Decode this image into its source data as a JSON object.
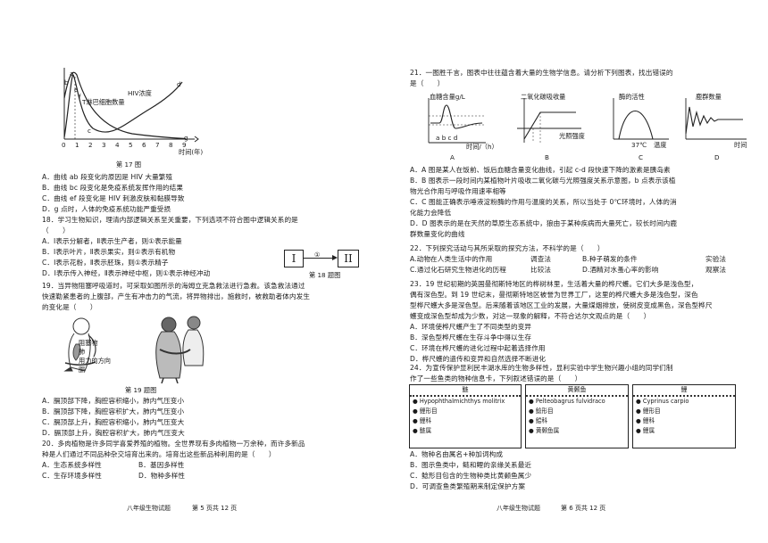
{
  "left": {
    "fig17": {
      "curve_hiv": "HIV浓度",
      "curve_t": "T淋巴细胞数量",
      "pt_a": "a",
      "pt_b": "b",
      "pt_c": "c",
      "pt_d": "d",
      "pt_e": "e",
      "pt_f": "f",
      "pt_g": "g",
      "xticks": [
        "0",
        "1",
        "2",
        "3",
        "4",
        "5",
        "6",
        "7",
        "8",
        "9"
      ],
      "xlabel": "时间(年)",
      "caption": "第 17 图"
    },
    "q17": {
      "A": "A．曲线 ab 段变化的原因是 HIV 大量繁殖",
      "B": "B．曲线 bc 段变化是免疫系统发挥作用的结果",
      "C": "C．曲线 ef 段变化是 HIV 刺激皮肤和黏膜导致",
      "D": "D．g 点时，人体的免疫系统功能严重受损"
    },
    "q18": {
      "stem1": "18．学习生物知识，理清内部逻辑关系至关重要，下列选项不符合图中逻辑关系的是",
      "stem2": "（　　）",
      "A": "A．Ⅰ表示分解者，Ⅱ表示生产者，则①表示能量",
      "B": "B．Ⅰ表示叶片，Ⅱ表示果实，则①表示有机物",
      "C": "C．Ⅰ表示花粉，Ⅱ表示胚珠，则①表示精子",
      "D": "D．Ⅰ表示传入神经，Ⅱ表示神经中枢，则①表示神经冲动",
      "box1": "I",
      "box2": "II",
      "arrow_label": "①",
      "caption": "第 18 题图"
    },
    "q19": {
      "stem1": "19．当异物阻塞呼吸道时，可采取如图所示的海姆立克急救法进行急救。该急救法通过",
      "stem2": "快速勒紧患者的上腹部，产生有冲击力的气流，将异物排出，施救时，被救助者体内发生",
      "stem3": "的变化是（　　）",
      "label1": "阻塞物",
      "label2": "肺",
      "label3": "用力的方向",
      "label4": "膈",
      "caption": "第 19 题图",
      "A": "A．膈顶部下降，胸腔容积缩小，肺内气压变小",
      "B": "B．膈顶部下降，胸腔容积扩大，肺内气压变小",
      "C": "C．膈顶部上升，胸腔容积缩小，肺内气压变大",
      "D": "D．膈顶部上升，胸腔容积扩大，肺内气压变大"
    },
    "q20": {
      "stem1": "20．多肉植物是许多同学喜爱养殖的植物。全世界现有多肉植物一万余种，而许多新品",
      "stem2": "种是人们通过不同品种杂交培育出来的。培育出这些新品种利用的是（　　）",
      "A": "A．生态系统多样性",
      "B": "B．基因多样性",
      "C": "C．生存环境多样性",
      "D": "D．物种多样性"
    },
    "footer_left": "八年级生物试题",
    "footer_right": "第 5 页共 12 页"
  },
  "right": {
    "q21": {
      "stem1": "21．一图胜千言，图表中往往蕴含着大量的生物学信息。请分析下列图表，找出错误的",
      "stem2": "是（　　）",
      "chartA_title": "血糖含量g/L",
      "chartA_x": "时间/（h）",
      "chartA_pts": "a b c d",
      "chartB_title": "二氧化碳吸收量",
      "chartB_x": "光照强度",
      "chartC_title": "酶的活性",
      "chartC_x1": "37℃",
      "chartC_x2": "温度",
      "chartD_title": "鹿群数量",
      "chartD_x": "时间",
      "labelA": "A",
      "labelB": "B",
      "labelC": "C",
      "labelD": "D",
      "A1": "A．A 图是某人在饭前、饭后血糖含量变化曲线，引起 c-d 段快速下降的激素是胰岛素",
      "B1": "B．B 图表示一段时间内某植物叶片吸收二氧化碳与光照强度关系示意图，b 点表示该植",
      "B2": "物光合作用与呼吸作用速率相等",
      "C1": "C．C 图能正确表示唾液淀粉酶的作用与温度的关系，所以当处于 0℃环境时，人体的消",
      "C2": "化能力会降低",
      "D1": "D．D 图表示的是在天然的草原生态系统中，狼由于某种疾病而大量死亡，较长时间内鹿",
      "D2": "群数量变化的曲线"
    },
    "q22": {
      "stem": "22．下列探究活动与其所采取的探究方法，不科学的是（　　）",
      "A_l": "A.动物在人类生活中的作用",
      "A_m": "调查法",
      "B_l": "B.种子萌发的条件",
      "B_m": "实验法",
      "C_l": "C.通过化石研究生物进化的历程",
      "C_m": "比较法",
      "D_l": "D.酒精对水蚤心率的影响",
      "D_m": "观察法"
    },
    "q23": {
      "stem1": "23．19 世纪初期的英国曼彻斯特地区的桦树林里，生活着大量的桦尺蠖。它们大多是浅色型，",
      "stem2": "偶有深色型。到 19 世纪末，曼彻斯特地区被誉为世界工厂，这里的桦尺蠖大多是浅色型，深色",
      "stem3": "型桦尺蠖大多是深色型。后来随着该地区工业的发展，大量煤烟排放，使树皮变成黑色，深色型桦尺",
      "stem4": "蠖变成深色型却成为少数，对这一现象的解释，不符合达尔文观点的是（　　）",
      "A": "A．环境使桦尺蠖产生了不同类型的变异",
      "B": "B．深色型桦尺蠖在生存斗争中得以生存",
      "C": "C．环境在桦尺蠖的进化过程中起着选择作用",
      "D": "D．桦尺蠖的遗传和变异和自然选择不断进化"
    },
    "q24": {
      "stem1": "24．为宣传保护显利民丰湖水库的生物多样性，显利实验中学生物兴趣小组的同学们制",
      "stem2": "作了一些鱼类的物种信息卡，下列叙述错误的是（　　）",
      "cards": [
        {
          "name": "鲢",
          "items": [
            "● Hypophthalmichthys molitrix",
            "● 鲤形目",
            "● 鲤科",
            "● 鲢属"
          ]
        },
        {
          "name": "黄颡鱼",
          "items": [
            "● Pelteobagrus fulvidraco",
            "● 鲶形目",
            "● 鲿科",
            "● 黄颡鱼属"
          ]
        },
        {
          "name": "鲤",
          "items": [
            "● Cyprinus carpio",
            "● 鲤形目",
            "● 鲤科",
            "● 鲤属"
          ]
        }
      ],
      "A": "A．物种名由属名+种加词构成",
      "B": "B．图示鱼类中，鲢和鲤的亲缘关系最近",
      "C": "C．鲶形目包含的生物种类比黄颡鱼属少",
      "D": "D．可调查鱼类繁殖期来制定保护方案"
    },
    "footer_left": "八年级生物试题",
    "footer_right": "第 6 页共 12 页"
  }
}
